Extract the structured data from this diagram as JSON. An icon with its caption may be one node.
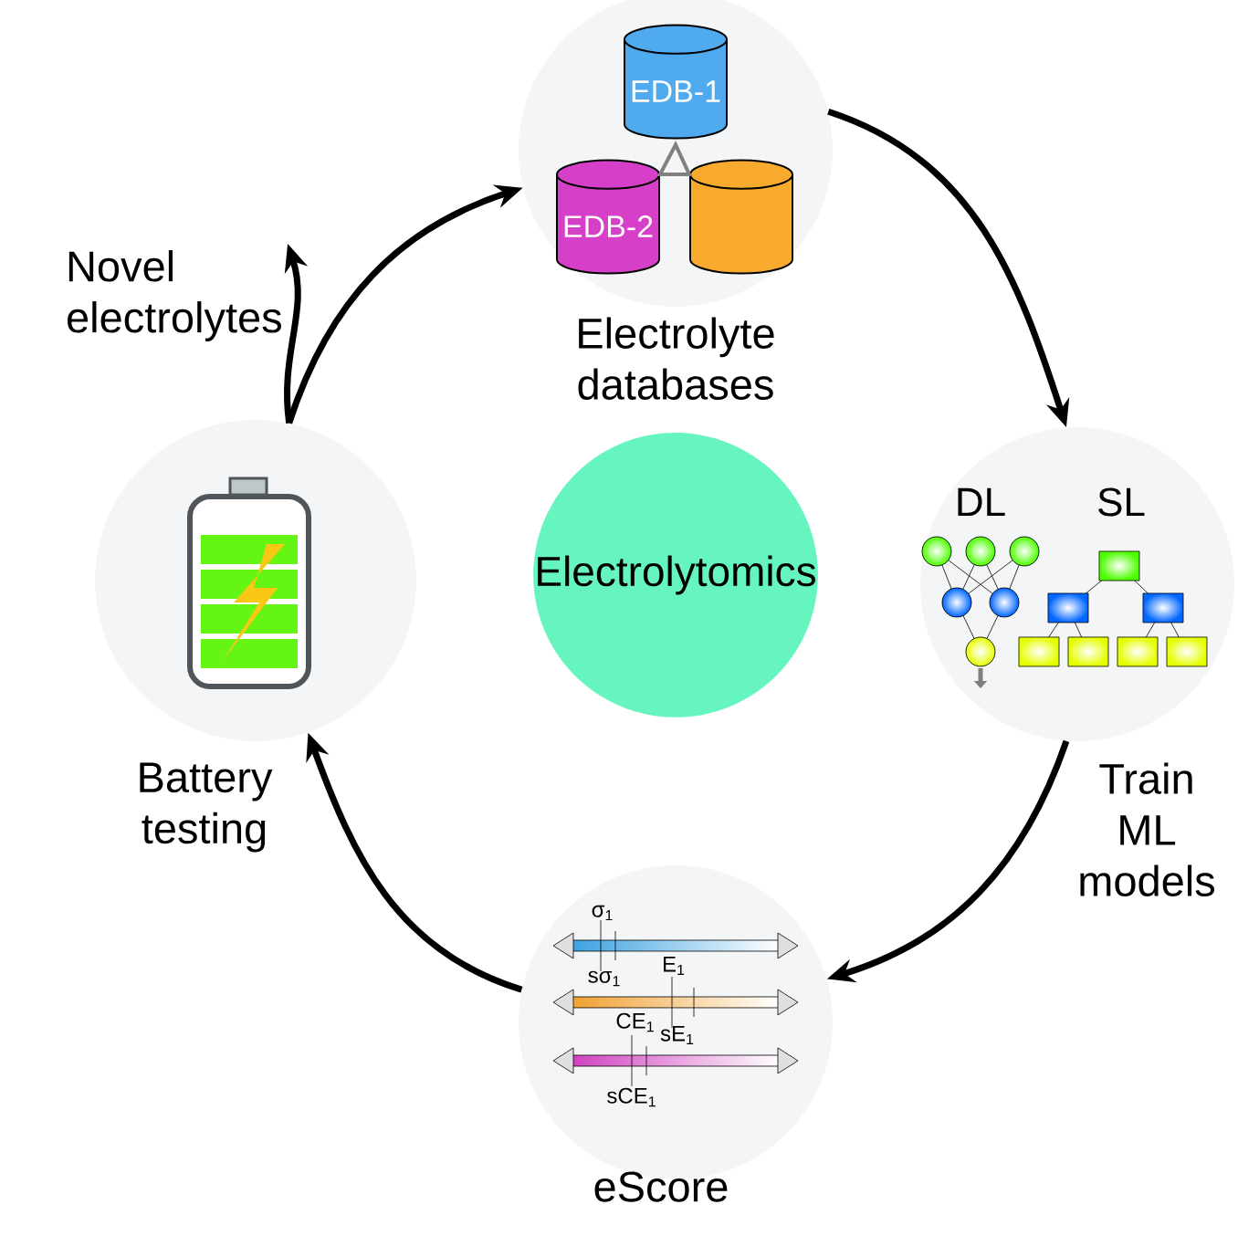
{
  "diagram": {
    "nodes": [
      {
        "text": [
          "Electrolyte databases"
        ]
      },
      {
        "text": [
          "EDB-1"
        ],
        "in": 0
      },
      {
        "text": [
          "EDB-2"
        ],
        "in": 0
      },
      {
        "text": [],
        "shape": "cylinder",
        "in": 0
      },
      {
        "text": [
          "Train ML models"
        ]
      },
      {
        "text": [
          "eScore"
        ]
      },
      {
        "text": [
          "Battery testing"
        ]
      },
      {
        "text": [
          "Electrolytomics"
        ]
      },
      {
        "text": [
          "Novel electrolytes"
        ]
      }
    ],
    "edges": [
      {
        "from": 6,
        "to": 0,
        "arrow": "to"
      },
      {
        "from": 0,
        "to": 4,
        "arrow": "to"
      },
      {
        "from": 4,
        "to": 5,
        "arrow": "to"
      },
      {
        "from": 5,
        "to": 6,
        "arrow": "to"
      },
      {
        "from": 6,
        "to": 8,
        "arrow": "to"
      },
      {
        "from": 2,
        "to": 1,
        "arrow": "to",
        "color": "#808080"
      },
      {
        "from": 3,
        "to": 1,
        "arrow": "to",
        "color": "#808080"
      }
    ],
    "labels": [
      "DL",
      "SL",
      "σ$_{1}$",
      "sσ$_{1}$",
      "E$_{1}$",
      "sE$_{1}$",
      "CE$_{1}$",
      "sCE$_{1}$"
    ]
  }
}
